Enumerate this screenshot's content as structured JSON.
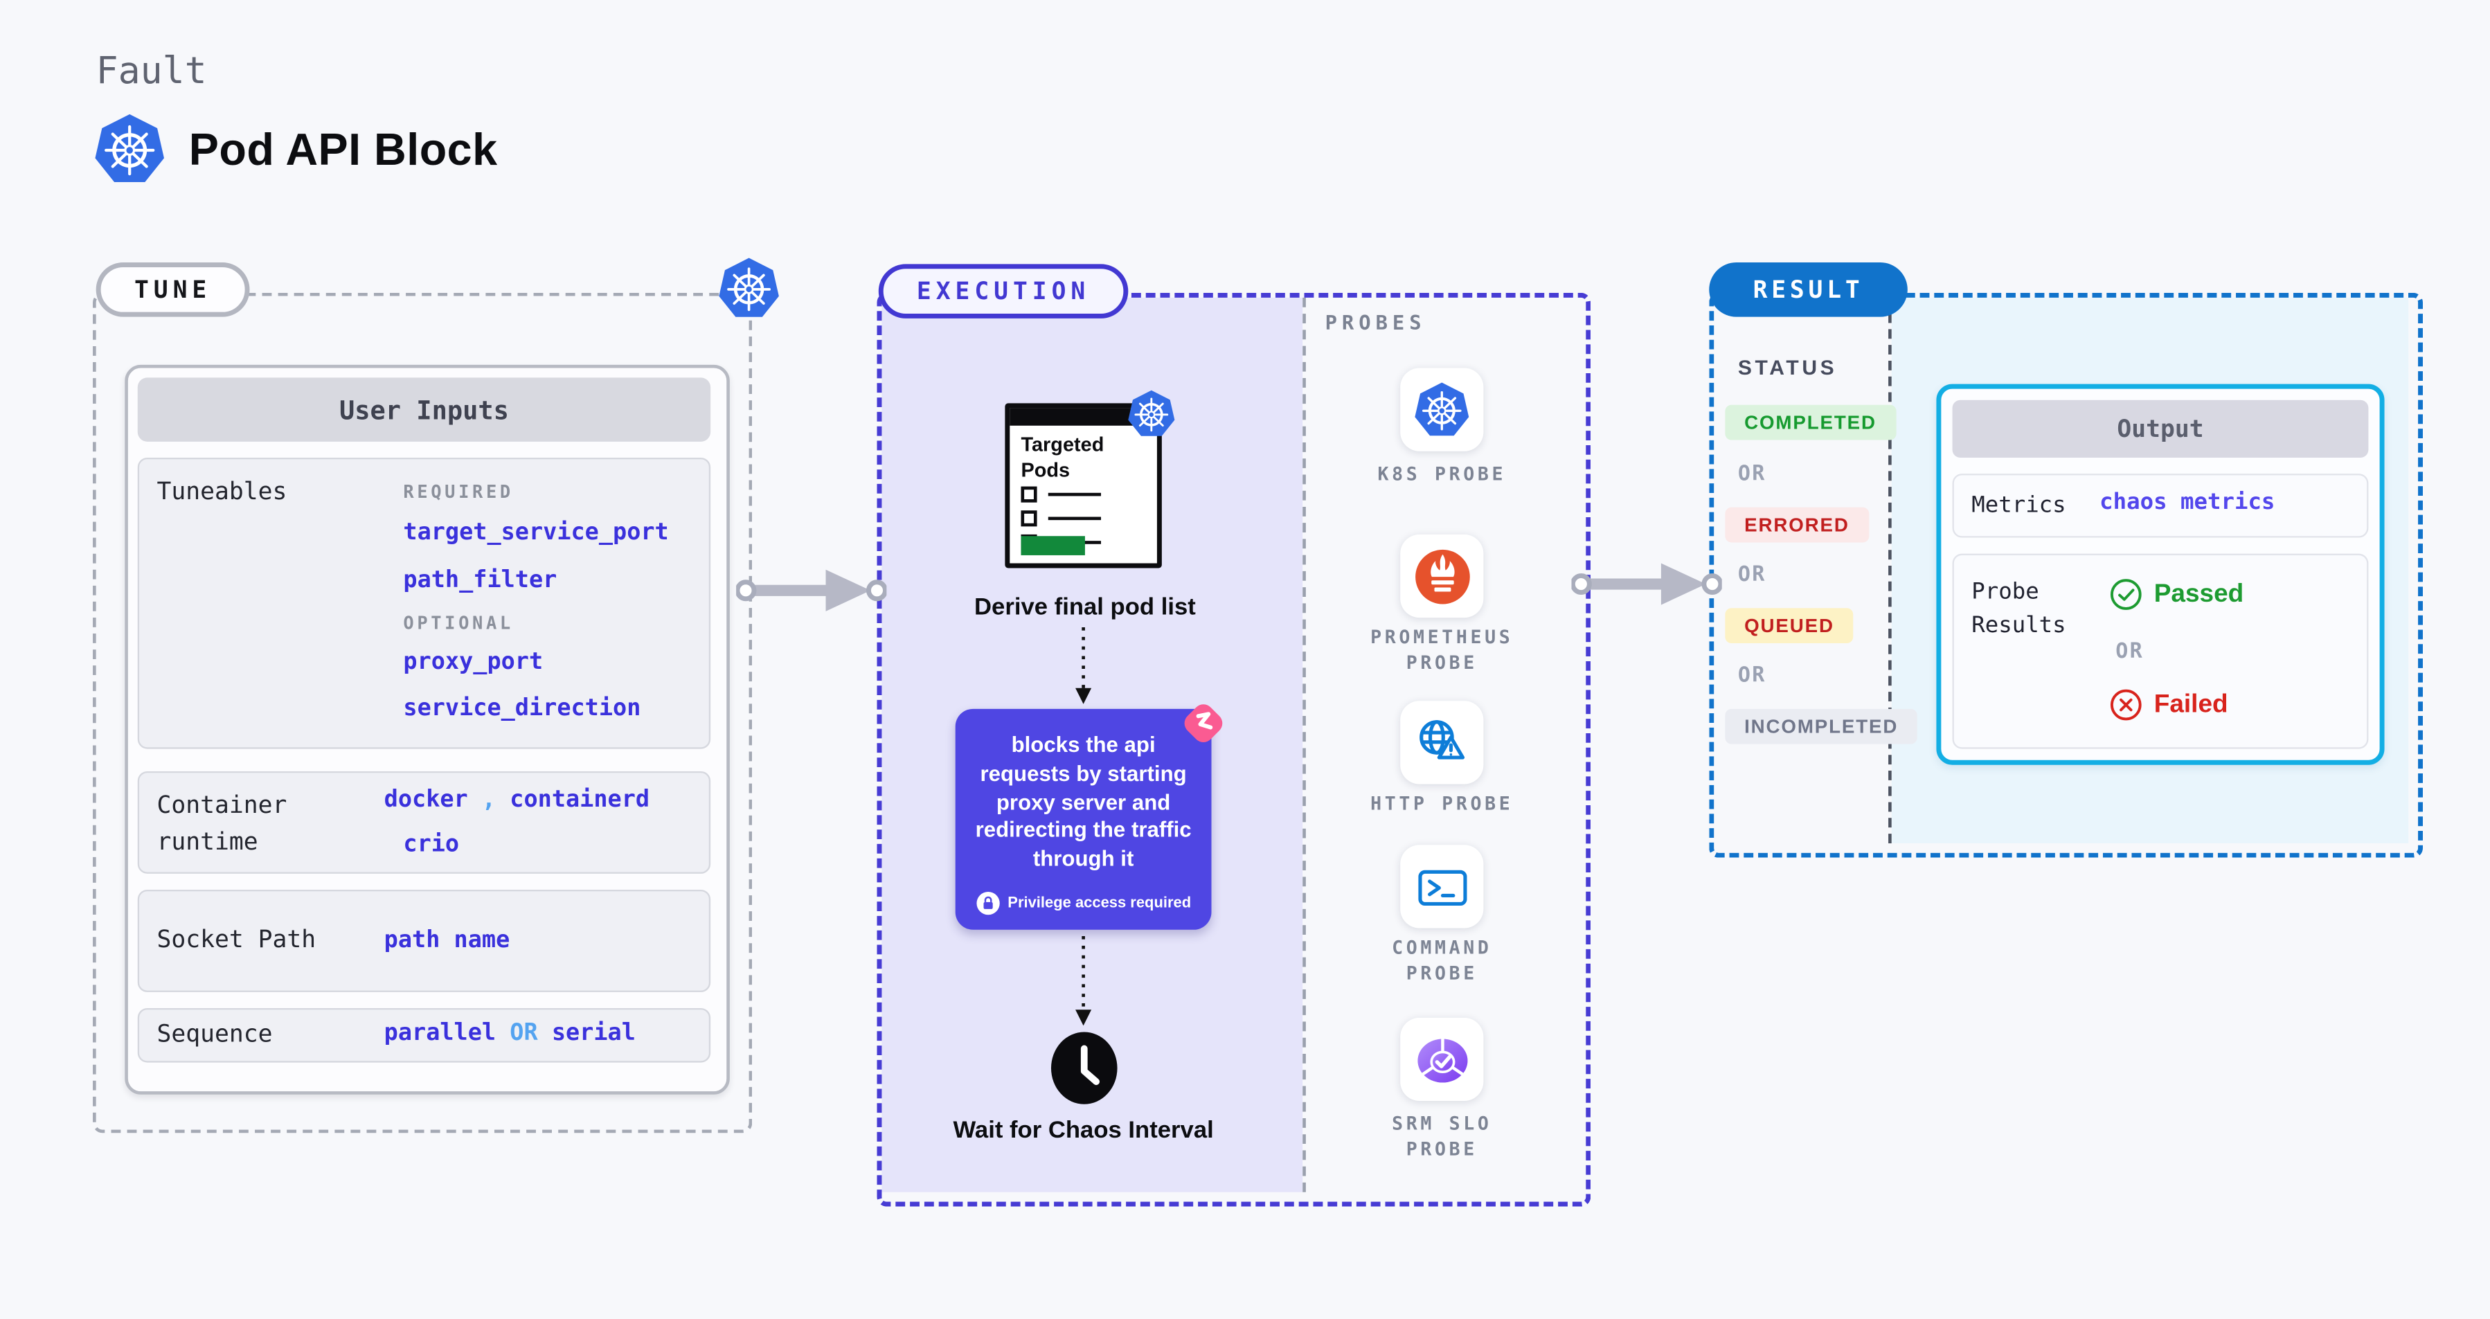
{
  "header": {
    "kicker": "Fault",
    "title": "Pod API Block"
  },
  "tune": {
    "badge": "TUNE",
    "user_inputs": {
      "title": "User Inputs",
      "tuneables": {
        "label": "Tuneables",
        "required_label": "REQUIRED",
        "required": [
          "target_service_port",
          "path_filter"
        ],
        "optional_label": "OPTIONAL",
        "optional": [
          "proxy_port",
          "service_direction"
        ]
      },
      "container_runtime": {
        "label": "Container runtime",
        "values": [
          "docker",
          "containerd",
          "crio"
        ],
        "sep": ","
      },
      "socket_path": {
        "label": "Socket Path",
        "value": "path name"
      },
      "sequence": {
        "label": "Sequence",
        "option_a": "parallel",
        "or": "OR",
        "option_b": "serial"
      }
    }
  },
  "execution": {
    "badge": "EXECUTION",
    "pod_list": {
      "title": "Targeted Pods",
      "caption": "Derive final pod list"
    },
    "action": {
      "text": "blocks the api requests by starting proxy server and redirecting the traffic through it",
      "note": "Privilege access required"
    },
    "wait_caption": "Wait for Chaos Interval"
  },
  "probes": {
    "label": "PROBES",
    "items": [
      {
        "name": "K8S PROBE",
        "icon": "kubernetes-icon"
      },
      {
        "name": "PROMETHEUS PROBE",
        "icon": "prometheus-icon"
      },
      {
        "name": "HTTP PROBE",
        "icon": "globe-warning-icon"
      },
      {
        "name": "COMMAND PROBE",
        "icon": "terminal-icon"
      },
      {
        "name": "SRM SLO PROBE",
        "icon": "slo-pie-check-icon"
      }
    ]
  },
  "result": {
    "badge": "RESULT",
    "status": {
      "label": "STATUS",
      "or": "OR",
      "values": [
        "COMPLETED",
        "ERRORED",
        "QUEUED",
        "INCOMPLETED"
      ]
    },
    "output": {
      "title": "Output",
      "metrics": {
        "label": "Metrics",
        "value": "chaos metrics"
      },
      "probe_results": {
        "label": "Probe Results",
        "passed": "Passed",
        "or": "OR",
        "failed": "Failed"
      }
    }
  },
  "colors": {
    "accent_indigo": "#4238d2",
    "link_indigo": "#3a31dc",
    "light_blue": "#54a3f0",
    "execution_fill": "#e5e4fa",
    "chaos_purple": "#4f46e3",
    "litmus_pink": "#fa5b92",
    "result_blue": "#1173cb",
    "output_cyan_border": "#13aee4",
    "output_cyan_fill": "#e9f5fc",
    "passed_green": "#1d9b31",
    "failed_red": "#d8231c",
    "queued_yellow_bg": "#fdf2c5",
    "kubernetes_blue": "#326ce5",
    "prometheus_orange": "#e6522c",
    "targeted_green": "#12893b"
  }
}
